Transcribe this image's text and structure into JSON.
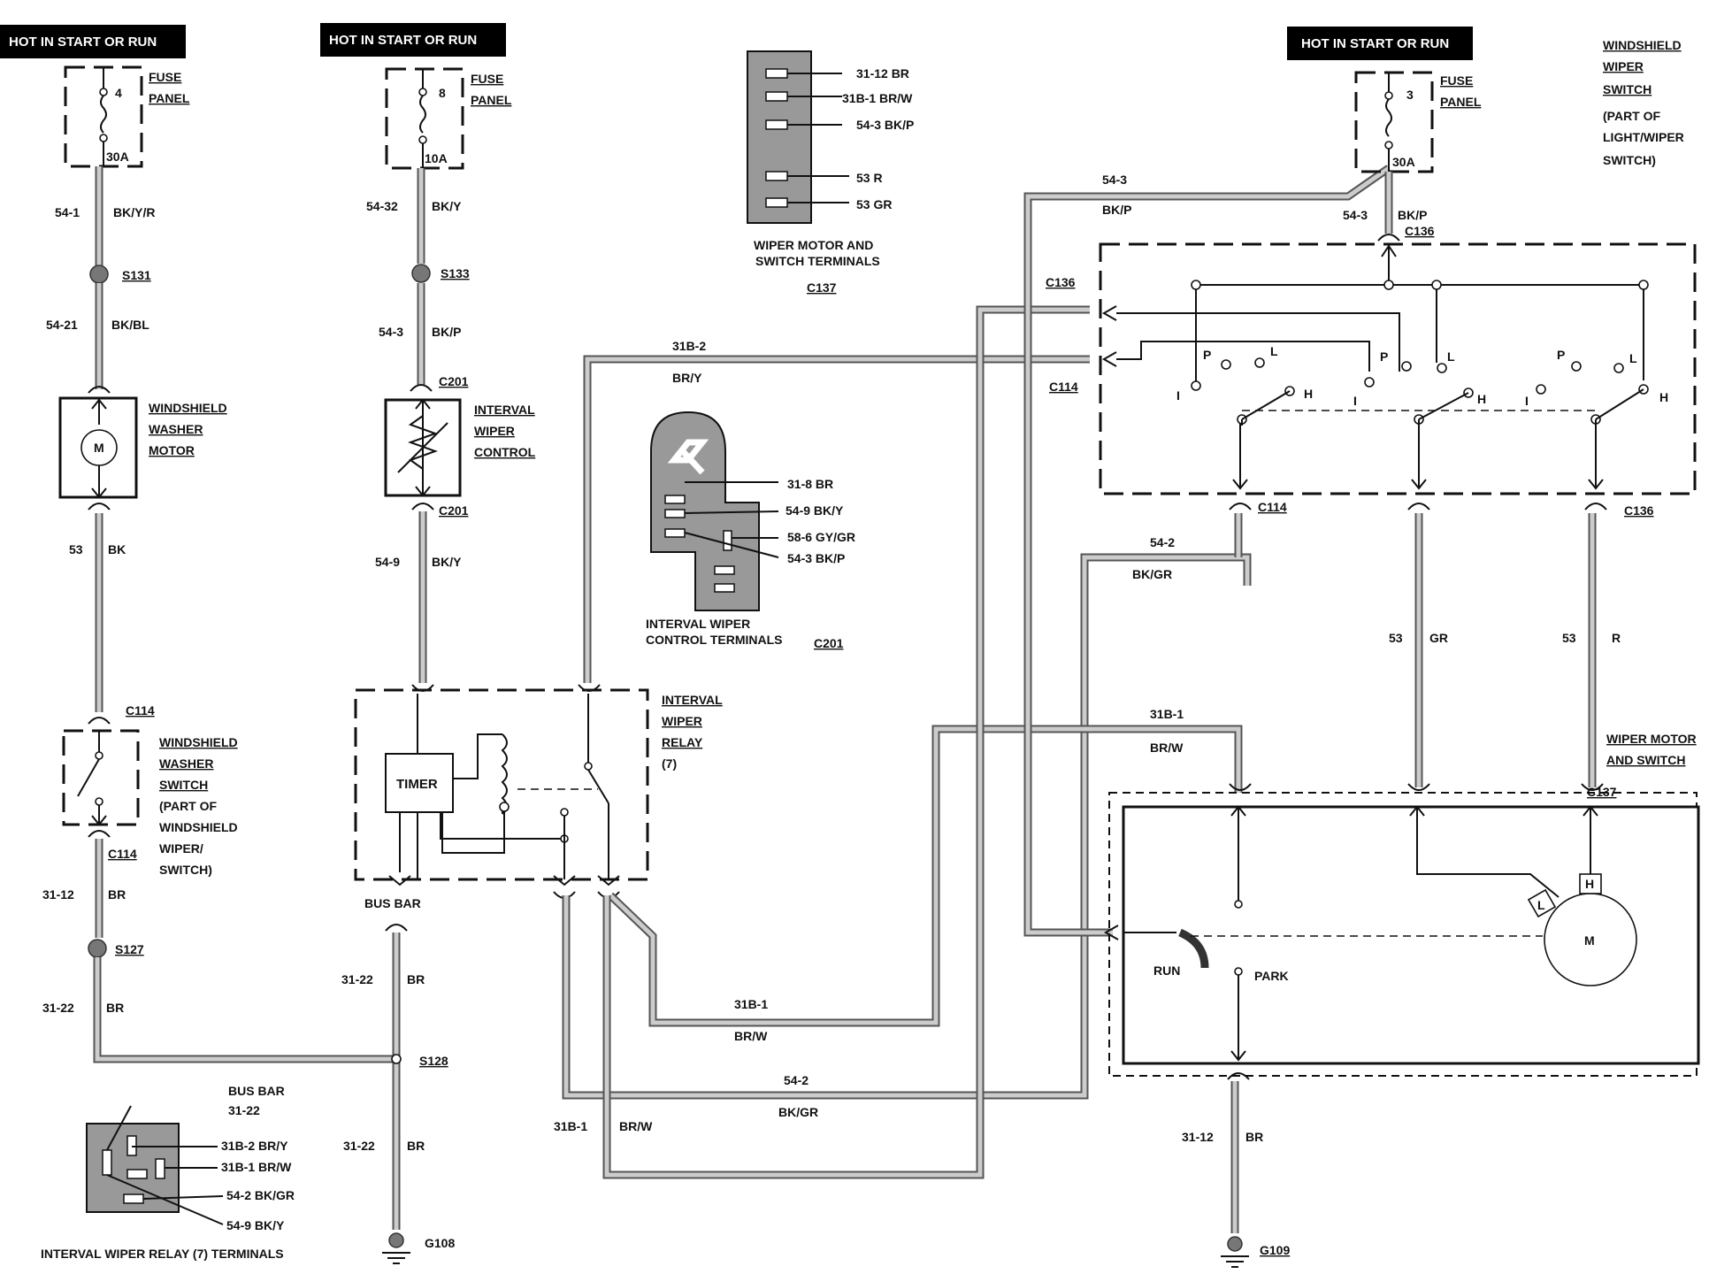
{
  "power_labels": {
    "left": "HOT IN START OR RUN",
    "middle": "HOT IN START OR RUN",
    "right": "HOT IN START OR RUN"
  },
  "fuses": {
    "f4": {
      "num": "4",
      "amp": "30A",
      "l1": "FUSE",
      "l2": "PANEL"
    },
    "f8": {
      "num": "8",
      "amp": "10A",
      "l1": "FUSE",
      "l2": "PANEL"
    },
    "f3": {
      "num": "3",
      "amp": "30A",
      "l1": "FUSE",
      "l2": "PANEL"
    }
  },
  "wires": {
    "w54_1": {
      "circuit": "54-1",
      "color": "BK/Y/R"
    },
    "w54_21": {
      "circuit": "54-21",
      "color": "BK/BL"
    },
    "w53": {
      "circuit": "53",
      "color": "BK"
    },
    "w31_12_left": {
      "circuit": "31-12",
      "color": "BR"
    },
    "w31_22_left": {
      "circuit": "31-22",
      "color": "BR"
    },
    "w54_32": {
      "circuit": "54-32",
      "color": "BK/Y"
    },
    "w54_3_mid": {
      "circuit": "54-3",
      "color": "BK/P"
    },
    "w54_9": {
      "circuit": "54-9",
      "color": "BK/Y"
    },
    "w31_22_a": {
      "circuit": "31-22",
      "color": "BR"
    },
    "w31_22_b": {
      "circuit": "31-22",
      "color": "BR"
    },
    "w31b_2": {
      "circuit": "31B-2",
      "color": "BR/Y"
    },
    "w31b_1_low": {
      "circuit": "31B-1",
      "color": "BR/W"
    },
    "w54_2_low": {
      "circuit": "54-2",
      "color": "BK/GR"
    },
    "w31b_1_bl": {
      "circuit": "31B-1",
      "color": "BR/W"
    },
    "w54_3_top": {
      "circuit": "54-3",
      "color": "BK/P"
    },
    "w54_3_right": {
      "circuit": "54-3",
      "color": "BK/P"
    },
    "w54_2_mid": {
      "circuit": "54-2",
      "color": "BK/GR"
    },
    "w31b_1_mid": {
      "circuit": "31B-1",
      "color": "BR/W"
    },
    "w53_gr": {
      "circuit": "53",
      "color": "GR"
    },
    "w53_r": {
      "circuit": "53",
      "color": "R"
    },
    "w31_12_right": {
      "circuit": "31-12",
      "color": "BR"
    }
  },
  "splices": {
    "s131": "S131",
    "s133": "S133",
    "s127": "S127",
    "s128": "S128"
  },
  "grounds": {
    "g108": "G108",
    "g109": "G109"
  },
  "connectors": {
    "c114": "C114",
    "c201": "C201",
    "c136": "C136",
    "c137": "C137"
  },
  "components": {
    "washer_motor": [
      "WINDSHIELD",
      "WASHER",
      "MOTOR"
    ],
    "washer_motor_symbol": "M",
    "washer_switch": [
      "WINDSHIELD",
      "WASHER",
      "SWITCH",
      "(PART OF",
      "WINDSHIELD",
      "WIPER/",
      "SWITCH)"
    ],
    "interval_control": [
      "INTERVAL",
      "WIPER",
      "CONTROL"
    ],
    "interval_relay": [
      "INTERVAL",
      "WIPER",
      "RELAY",
      "(7)"
    ],
    "timer": "TIMER",
    "bus_bar": "BUS BAR",
    "wiper_switch": [
      "WINDSHIELD",
      "WIPER",
      "SWITCH",
      "(PART OF",
      "LIGHT/WIPER",
      "SWITCH)"
    ],
    "wiper_motor": [
      "WIPER MOTOR",
      "AND SWITCH"
    ],
    "motor_symbol": "M",
    "motor_l": "L",
    "motor_h": "H",
    "run": "RUN",
    "park": "PARK"
  },
  "switch_positions": {
    "p": "P",
    "l": "L",
    "i": "I",
    "h": "H"
  },
  "motor_terminals": {
    "title1": "WIPER MOTOR AND",
    "title2": "SWITCH TERMINALS",
    "conn": "C137",
    "pins": [
      "31-12 BR",
      "31B-1 BR/W",
      "54-3 BK/P",
      "53 R",
      "53 GR"
    ]
  },
  "control_terminals": {
    "title1": "INTERVAL WIPER",
    "title2": "CONTROL TERMINALS",
    "conn": "C201",
    "pins": [
      "31-8 BR",
      "54-9 BK/Y",
      "58-6 GY/GR",
      "54-3 BK/P"
    ]
  },
  "relay_terminals": {
    "title": "INTERVAL WIPER RELAY (7) TERMINALS",
    "bus1": "BUS BAR",
    "bus2": "31-22",
    "pins": [
      "31B-2 BR/Y",
      "31B-1 BR/W",
      "54-2 BK/GR",
      "54-9 BK/Y"
    ]
  }
}
